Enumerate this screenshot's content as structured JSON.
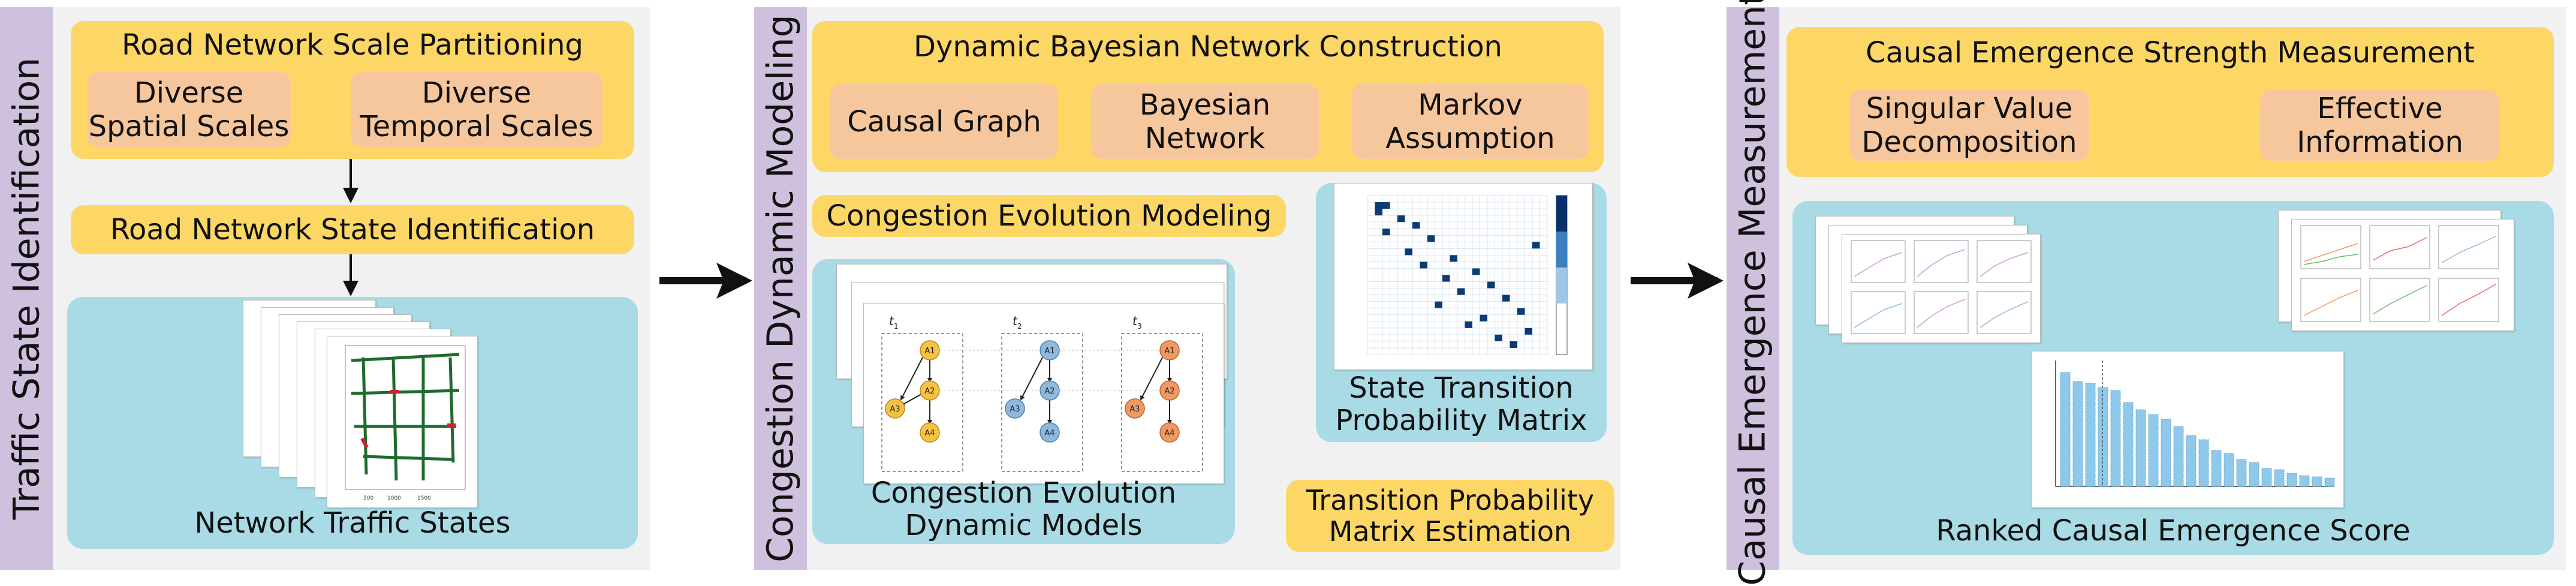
{
  "stage1": {
    "sidebar_title": "Traffic State Identification",
    "partition_title": "Road Network Scale Partitioning",
    "spatial_scales": "Diverse\nSpatial Scales",
    "temporal_scales": "Diverse\nTemporal Scales",
    "state_identification": "Road Network State Identification",
    "states_caption": "Network Traffic States"
  },
  "stage2": {
    "sidebar_title": "Congestion Dynamic Modeling",
    "dbn_title": "Dynamic Bayesian Network Construction",
    "causal_graph": "Causal Graph",
    "bayesian_network": "Bayesian\nNetwork",
    "markov_assumption": "Markov\nAssumption",
    "evolution_modeling": "Congestion Evolution Modeling",
    "models_caption": "Congestion Evolution\nDynamic Models",
    "matrix_estimation": "Transition Probability\nMatrix Estimation",
    "matrix_caption": "State Transition\nProbability Matrix",
    "time_labels": [
      "t1",
      "t2",
      "t3"
    ],
    "node_labels": [
      "A1",
      "A2",
      "A3",
      "A4"
    ]
  },
  "stage3": {
    "sidebar_title": "Causal Emergence Measurement",
    "strength_title": "Causal Emergence Strength Measurement",
    "svd": "Singular Value\nDecomposition",
    "effective_info": "Effective\nInformation",
    "score_caption": "Ranked Causal Emergence Score"
  },
  "colors": {
    "panel": "#f1f1f1",
    "sidebar": "#cfc1dd",
    "yellow": "#fdd766",
    "orange": "#f6c79c",
    "blue": "#a9dbe6",
    "node_yellow": "#f5c242",
    "node_blue": "#8fb8dd",
    "node_orange": "#f09a62"
  }
}
